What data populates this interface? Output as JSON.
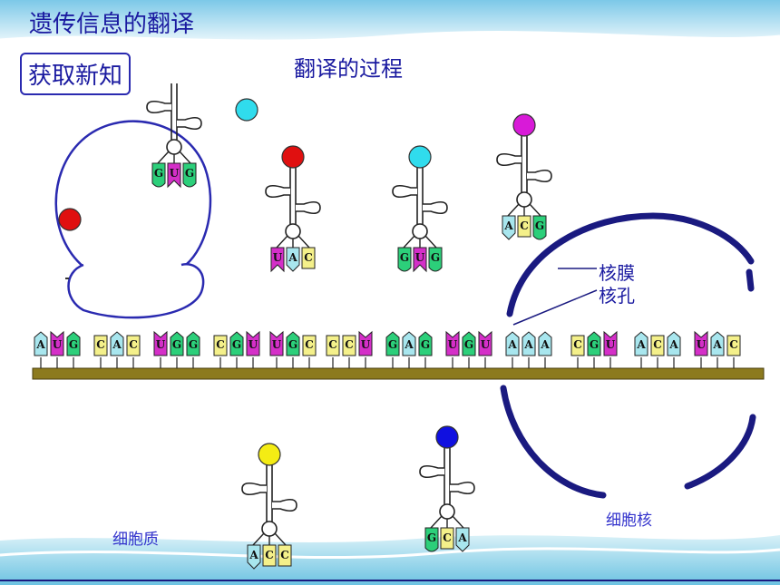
{
  "header": {
    "title": "遗传信息的翻译"
  },
  "badge": {
    "text": "获取新知"
  },
  "diagram": {
    "subtitle": "翻译的过程",
    "labels": {
      "nuclear_membrane": "核膜",
      "nuclear_pore": "核孔",
      "cytoplasm": "细胞质",
      "nucleus": "细胞核"
    },
    "mrna": [
      "A",
      "U",
      "G",
      "C",
      "A",
      "C",
      "U",
      "G",
      "G",
      "C",
      "G",
      "U",
      "U",
      "G",
      "C",
      "C",
      "C",
      "U",
      "G",
      "A",
      "G",
      "U",
      "G",
      "U",
      "A",
      "A",
      "A",
      "C",
      "G",
      "U",
      "A",
      "C",
      "A",
      "U",
      "A",
      "C"
    ],
    "trnas": [
      {
        "id": "ribosome-trna",
        "anticodon": [
          "G",
          "U",
          "G"
        ],
        "amino_acid": null
      },
      {
        "id": "trna-red",
        "anticodon": [
          "U",
          "A",
          "C"
        ],
        "amino_acid": "red"
      },
      {
        "id": "trna-cyan",
        "anticodon": [
          "G",
          "U",
          "G"
        ],
        "amino_acid": "cyan"
      },
      {
        "id": "trna-magenta",
        "anticodon": [
          "A",
          "C",
          "G"
        ],
        "amino_acid": "magenta"
      },
      {
        "id": "trna-yellow",
        "anticodon": [
          "A",
          "C",
          "C"
        ],
        "amino_acid": "yellow"
      },
      {
        "id": "trna-blue",
        "anticodon": [
          "G",
          "C",
          "A"
        ],
        "amino_acid": "blue"
      }
    ],
    "free_amino_acids": [
      "cyan",
      "red"
    ],
    "base_colors": {
      "A": "#a8e6ee",
      "U": "#d42fc8",
      "G": "#2ccf7a",
      "C": "#f4f08a"
    },
    "amino_colors": {
      "red": "#e01010",
      "cyan": "#30dced",
      "magenta": "#d81ad8",
      "yellow": "#f4ec14",
      "blue": "#1010e0"
    },
    "accent": {
      "navy": "#1a1a80",
      "rail": "#8c7a1e",
      "sea": "#9ed8ec"
    }
  }
}
